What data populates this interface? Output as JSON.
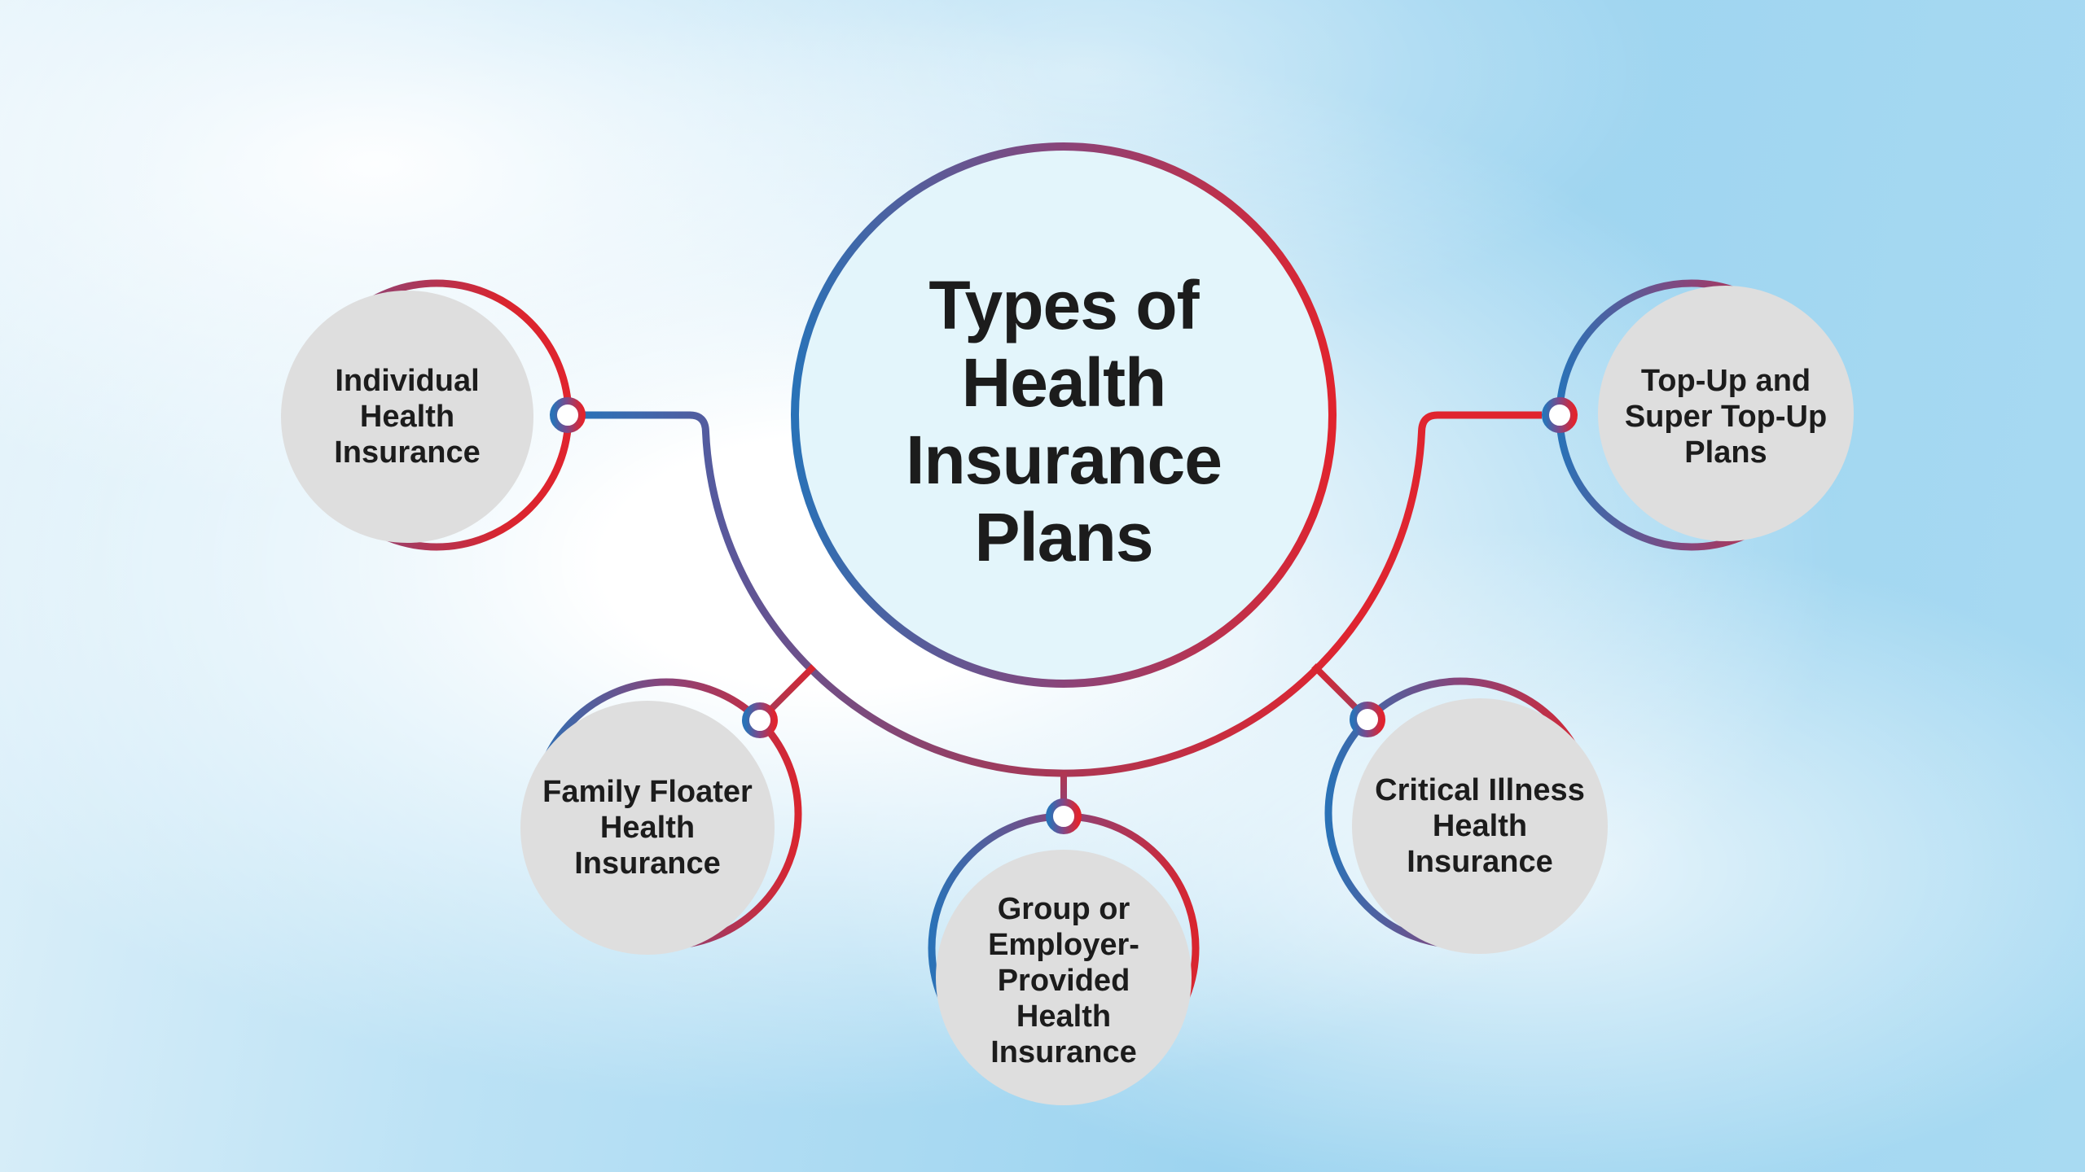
{
  "title": "Types of\nHealth\nInsurance\nPlans",
  "nodes": {
    "individual": {
      "label": "Individual\nHealth\nInsurance"
    },
    "top_up": {
      "label": "Top-Up and\nSuper Top-Up\nPlans"
    },
    "family_floater": {
      "label": "Family Floater\nHealth\nInsurance"
    },
    "group_employer": {
      "label": "Group or\nEmployer-\nProvided\nHealth\nInsurance"
    },
    "critical_illness": {
      "label": "Critical Illness\nHealth\nInsurance"
    }
  },
  "colors": {
    "accent_blue": "#2A72B7",
    "accent_red": "#E0242E",
    "accent_purple": "#8A4479",
    "hub_fill": "#E3F5FB",
    "satellite_fill": "#DEDEDE",
    "text": "#1C1C1C",
    "background_blue": "#A3D6F0"
  }
}
